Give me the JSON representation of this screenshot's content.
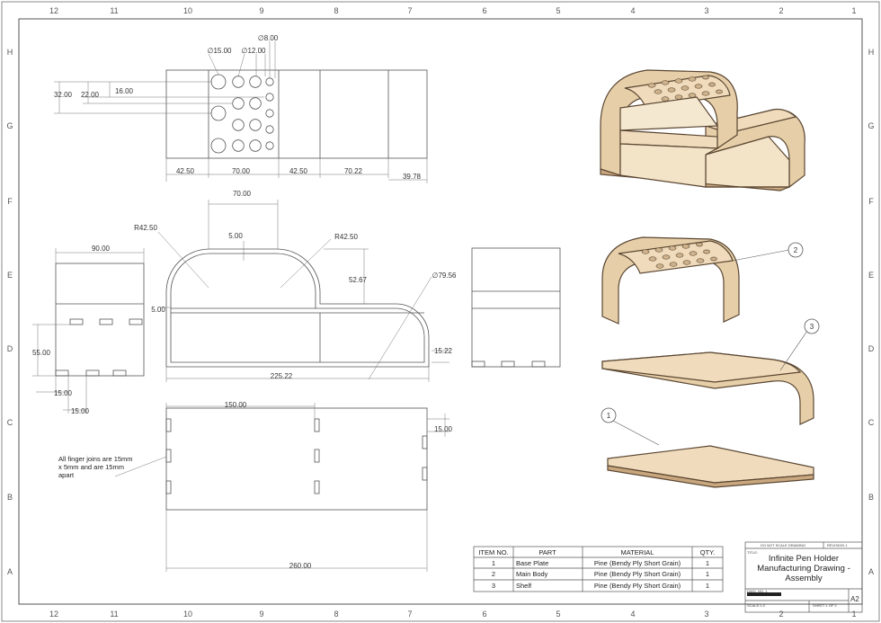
{
  "zones": {
    "columns": [
      "12",
      "11",
      "10",
      "9",
      "8",
      "7",
      "6",
      "5",
      "4",
      "3",
      "2",
      "1"
    ],
    "rows": [
      "H",
      "G",
      "F",
      "E",
      "D",
      "C",
      "B",
      "A"
    ]
  },
  "dims": {
    "d15": "∅15.00",
    "d12": "∅12.00",
    "d8": "∅8.00",
    "v32": "32.00",
    "v22": "22.00",
    "v16": "16.00",
    "h1": "42.50",
    "h2": "70.00",
    "h3": "42.50",
    "h4": "70.22",
    "h5": "39.78",
    "side_w": "90.00",
    "side_h": "55.00",
    "side_f1": "15.00",
    "side_f2": "15.00",
    "top_w": "70.00",
    "r1": "R42.50",
    "r2": "R42.50",
    "t5a": "5.00",
    "t5b": "5.00",
    "h52": "52.67",
    "d79": "∅79.56",
    "h15": "15.22",
    "len": "225.22",
    "w150": "150.00",
    "w15": "15.00",
    "w260": "260.00"
  },
  "note": [
    "All finger joins are 15mm",
    "x 5mm and are 15mm",
    "apart"
  ],
  "balloons": [
    "2",
    "3",
    "1"
  ],
  "bom": {
    "headers": [
      "ITEM NO.",
      "PART",
      "MATERIAL",
      "QTY."
    ],
    "rows": [
      [
        "1",
        "Base Plate",
        "Pine (Bendy Ply Short Grain)",
        "1"
      ],
      [
        "2",
        "Main Body",
        "Pine (Bendy Ply Short Grain)",
        "1"
      ],
      [
        "3",
        "Shelf",
        "Pine (Bendy Ply Short Grain)",
        "1"
      ]
    ]
  },
  "title_block": {
    "do_not_scale": "DO NOT SCALE DRAWING",
    "revision": "REVISION 1",
    "title_label": "TITLE:",
    "title": [
      "Infinite Pen Holder",
      "Manufacturing Drawing -",
      "Assembly"
    ],
    "dwg_no": "DWG. NO. 1",
    "size": "A2",
    "scale": "SCALE:1:2",
    "sheet": "SHEET 1 OF 2"
  },
  "colors": {
    "line": "#555555",
    "wood_top": "#f0dcbc",
    "wood_edge": "#5a4632",
    "wood_face": "#e6cfa8"
  }
}
